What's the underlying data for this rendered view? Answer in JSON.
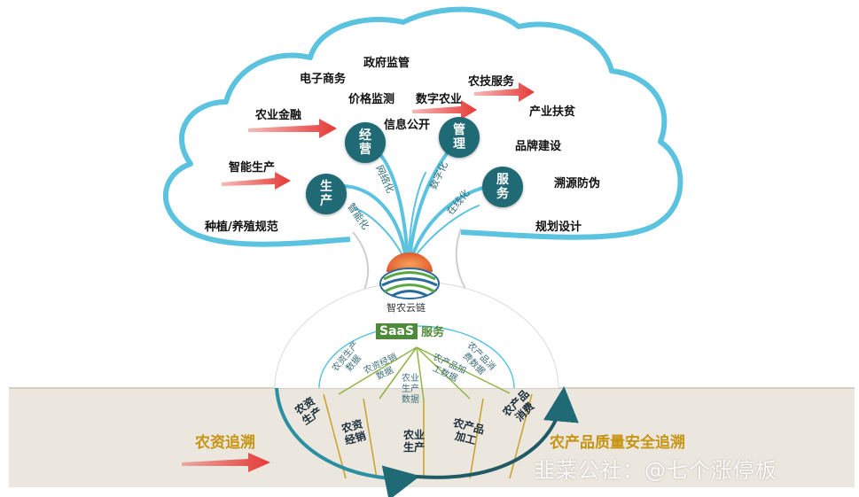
{
  "cloud_labels": {
    "government_supervision": "政府监管",
    "ecommerce": "电子商务",
    "price_monitoring": "价格监测",
    "agri_tech_service": "农技服务",
    "digital_agriculture": "数字农业",
    "agri_finance": "农业金融",
    "info_disclosure": "信息公开",
    "industry_poverty_relief": "产业扶贫",
    "brand_building": "品牌建设",
    "smart_production": "智能生产",
    "traceability_anticounterfeit": "溯源防伪",
    "planting_breeding_standard": "种植/养殖规范",
    "planning_design": "规划设计"
  },
  "circles": {
    "production": "生产",
    "operation": "经营",
    "management": "管理",
    "service": "服务"
  },
  "branch_labels": {
    "intelligent": "智能化",
    "networked": "网络化",
    "digitized": "数字化",
    "online": "在线化"
  },
  "logo": {
    "name": "智农云链"
  },
  "saas": {
    "badge": "SaaS",
    "suffix": "服务"
  },
  "inner_segments": [
    "农资生产数据",
    "农资经销数据",
    "农业生产数据",
    "农产品加工数据",
    "农产品消费数据"
  ],
  "outer_segments": [
    "农资生产",
    "农资经销",
    "农业生产",
    "农产品加工",
    "农产品消费"
  ],
  "bottom": {
    "left_title": "农资追溯",
    "right_title": "农产品质量安全追溯"
  },
  "watermark": "韭菜公社：@七个涨停板",
  "colors": {
    "teal": "#1f6a74",
    "cloud_outline": "#5bc3e0",
    "arrow_red": "#e53935",
    "gold": "#c79412",
    "saas_green": "#4e8a3a",
    "ground": "#ebe6de"
  }
}
